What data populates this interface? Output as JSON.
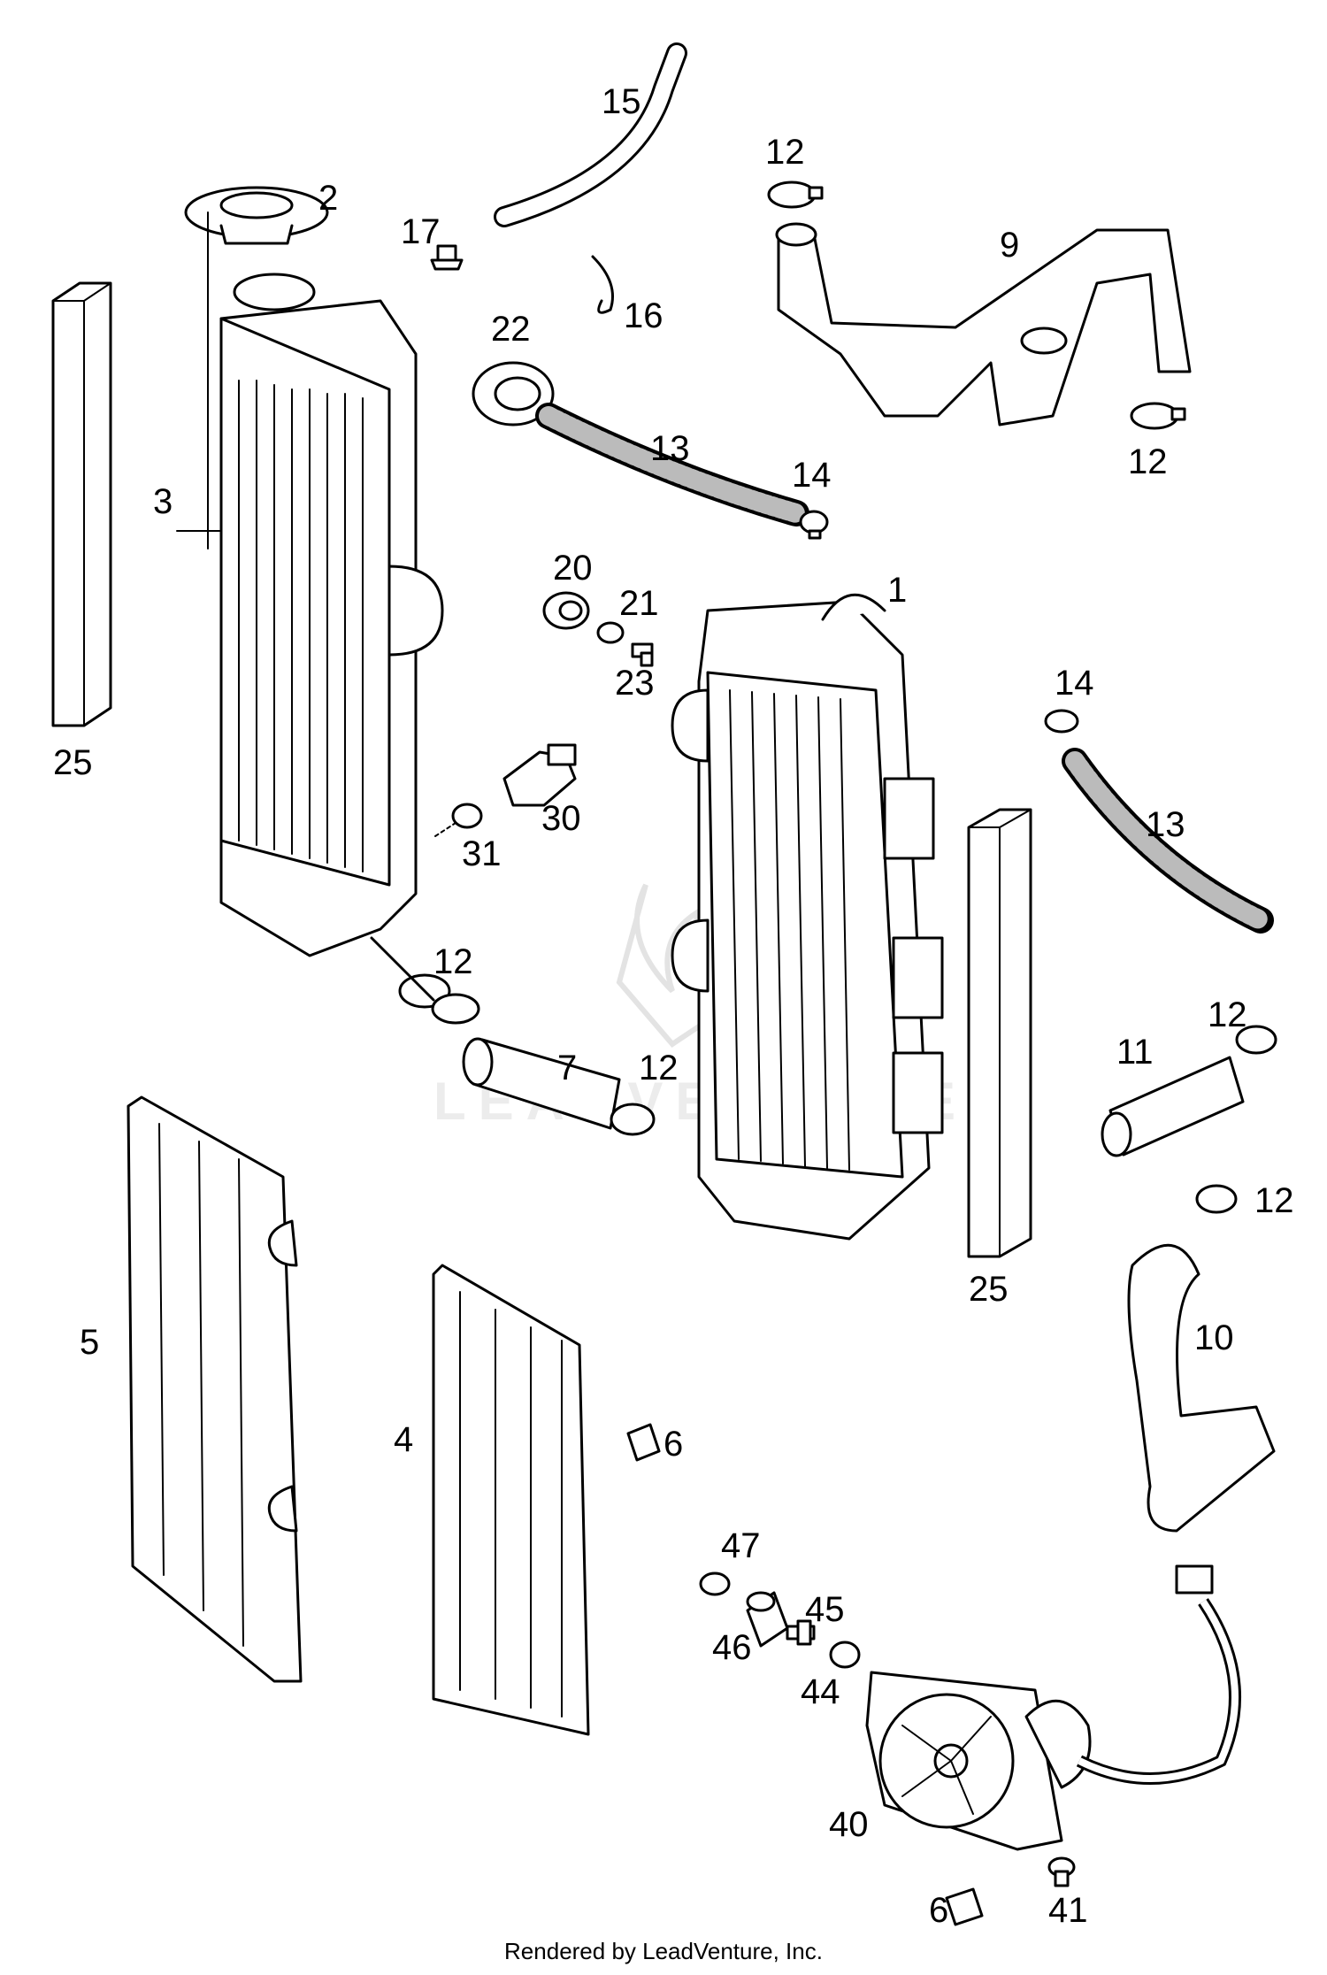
{
  "labels": [
    "1",
    "2",
    "3",
    "4",
    "5",
    "6",
    "6",
    "7",
    "9",
    "10",
    "11",
    "12",
    "12",
    "12",
    "12",
    "12",
    "12",
    "13",
    "13",
    "14",
    "14",
    "15",
    "16",
    "17",
    "20",
    "21",
    "22",
    "23",
    "25",
    "25",
    "30",
    "31",
    "40",
    "41",
    "44",
    "45",
    "46",
    "47"
  ],
  "watermark": "LEADVENTURE",
  "credit": "Rendered by LeadVenture, Inc."
}
